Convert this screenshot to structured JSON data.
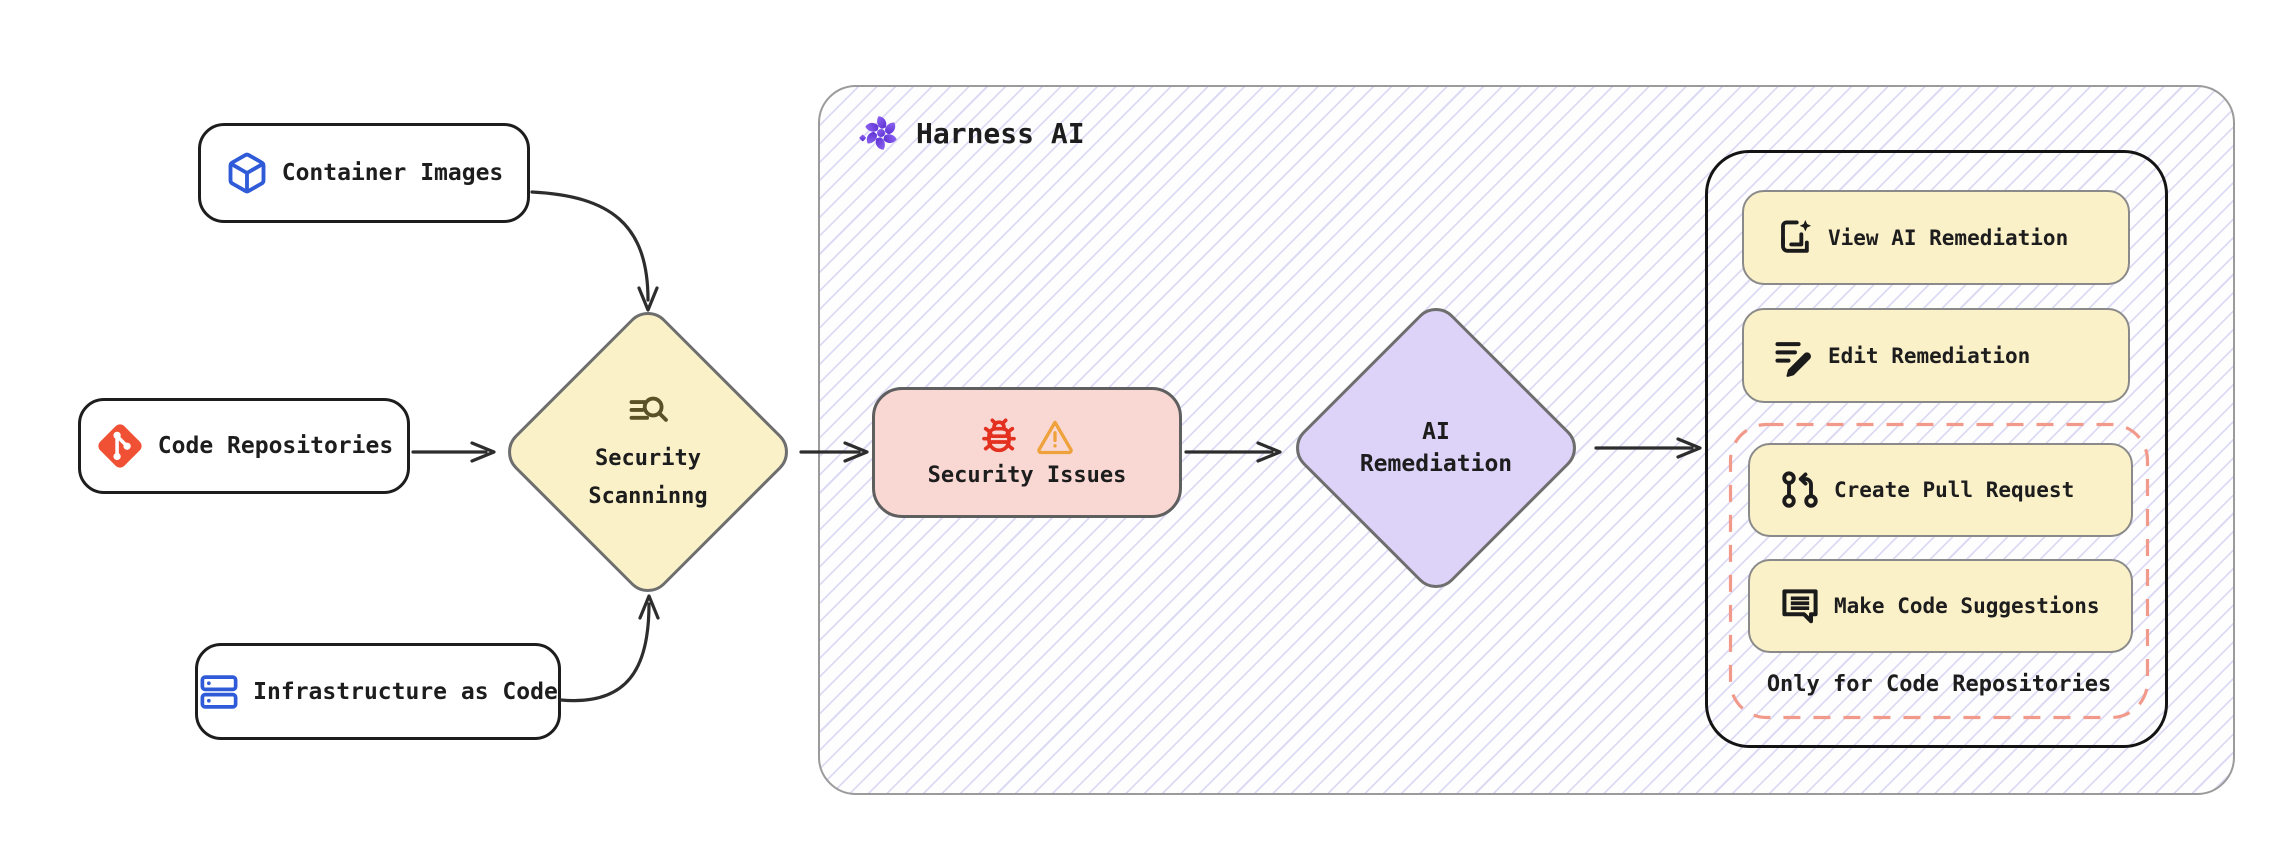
{
  "harness": {
    "title": "Harness AI",
    "icon": "harness-ai-icon"
  },
  "nodes": {
    "container_images": {
      "label": "Container Images",
      "icon": "cube-icon"
    },
    "code_repositories": {
      "label": "Code Repositories",
      "icon": "git-icon"
    },
    "infrastructure_as_code": {
      "label": "Infrastructure as Code",
      "icon": "server-icon"
    },
    "security_scanning": {
      "lines": [
        "Security",
        "Scanninng"
      ],
      "icon": "search-list-icon"
    },
    "security_issues": {
      "label": "Security Issues",
      "icons": [
        "bug-icon",
        "warning-icon"
      ]
    },
    "ai_remediation": {
      "lines": [
        "AI",
        "Remediation"
      ]
    }
  },
  "actions": {
    "view": {
      "label": "View AI Remediation",
      "icon": "view-remediation-icon"
    },
    "edit": {
      "label": "Edit Remediation",
      "icon": "edit-remediation-icon"
    },
    "create_pr": {
      "label": "Create Pull Request",
      "icon": "pull-request-icon"
    },
    "suggest": {
      "label": "Make Code Suggestions",
      "icon": "code-suggestions-icon"
    },
    "note": "Only for Code Repositories"
  },
  "connections": [
    {
      "from": "container_images",
      "to": "security_scanning"
    },
    {
      "from": "code_repositories",
      "to": "security_scanning"
    },
    {
      "from": "infrastructure_as_code",
      "to": "security_scanning"
    },
    {
      "from": "security_scanning",
      "to": "security_issues"
    },
    {
      "from": "security_issues",
      "to": "ai_remediation"
    },
    {
      "from": "ai_remediation",
      "to": "actions_panel"
    }
  ],
  "colors": {
    "accent_yellow": "#fbf1c9",
    "accent_pink": "#f9d8d4",
    "accent_purple": "#ddd2f7",
    "hatch_line": "#dddaf4",
    "dashed_border": "#f19a8b",
    "git_orange": "#f05033",
    "icon_blue": "#2f5bd8",
    "scan_olive": "#5a5126",
    "bug_red": "#e3301f",
    "warning_orange": "#efa23b",
    "harness_purple": "#6d3bdb",
    "arrow_dark": "#2d2d2d"
  }
}
